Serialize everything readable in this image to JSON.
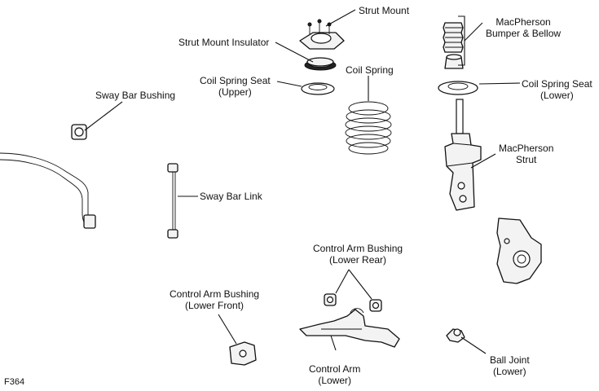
{
  "figure_id": "F364",
  "labels": {
    "strut_mount": [
      "Strut Mount"
    ],
    "strut_mount_insulator": [
      "Strut Mount Insulator"
    ],
    "coil_spring_seat_upper": [
      "Coil Spring Seat",
      "(Upper)"
    ],
    "coil_spring": [
      "Coil Spring"
    ],
    "macpherson_bumper_bellow": [
      "MacPherson",
      "Bumper & Bellow"
    ],
    "coil_spring_seat_lower": [
      "Coil Spring Seat",
      "(Lower)"
    ],
    "sway_bar_bushing": [
      "Sway Bar Bushing"
    ],
    "sway_bar_link": [
      "Sway Bar Link"
    ],
    "macpherson_strut": [
      "MacPherson",
      "Strut"
    ],
    "control_arm_bushing_lower_rear": [
      "Control Arm Bushing",
      "(Lower Rear)"
    ],
    "control_arm_bushing_lower_front": [
      "Control Arm Bushing",
      "(Lower Front)"
    ],
    "control_arm_lower": [
      "Control Arm",
      "(Lower)"
    ],
    "ball_joint_lower": [
      "Ball Joint",
      "(Lower)"
    ]
  }
}
